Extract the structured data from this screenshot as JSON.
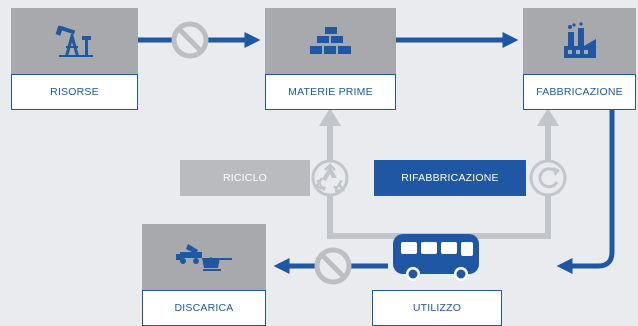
{
  "colors": {
    "background": "#e9ebee",
    "accent_blue": "#1f57a4",
    "box_grey": "#a7a9ac",
    "arrow_grey": "#c2c5c9",
    "label_bg": "#ffffff"
  },
  "nodes": {
    "risorse": {
      "label": "RISORSE",
      "icon": "oil-pump-icon"
    },
    "materie_prime": {
      "label": "MATERIE PRIME",
      "icon": "stacked-bars-icon"
    },
    "fabbricazione": {
      "label": "FABBRICAZIONE",
      "icon": "factory-icon"
    },
    "discarica": {
      "label": "DISCARICA",
      "icon": "dump-truck-icon"
    },
    "utilizzo": {
      "label": "UTILIZZO",
      "icon": "bus-icon"
    }
  },
  "loops": {
    "riciclo": {
      "label": "RICICLO",
      "icon": "recycle-icon"
    },
    "rifabbricazione": {
      "label": "RIFABBRICAZIONE",
      "icon": "refresh-icon"
    }
  },
  "blocked_icons": [
    "no-entry-icon",
    "no-entry-icon"
  ]
}
